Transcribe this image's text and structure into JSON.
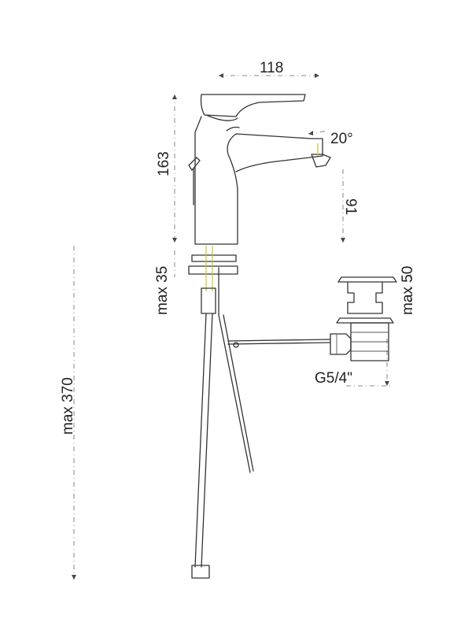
{
  "dimensions": {
    "width_top": "118",
    "lever_angle": "20°",
    "body_height": "163",
    "spout_clearance": "91",
    "deck_thickness": "max 35",
    "waste_height": "max 50",
    "waste_thread": "G5/4\"",
    "hose_length": "max 370"
  },
  "colors": {
    "line": "#333333",
    "accent": "#c8c020",
    "text": "#222222"
  }
}
